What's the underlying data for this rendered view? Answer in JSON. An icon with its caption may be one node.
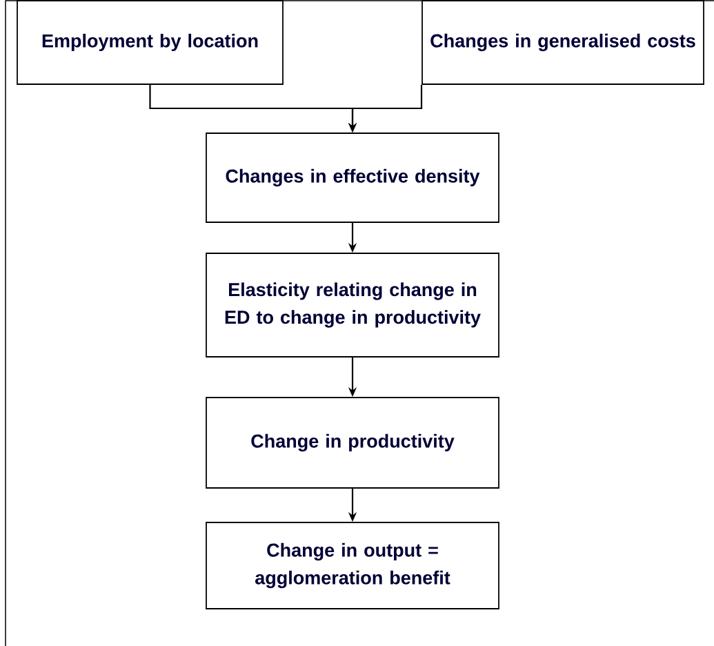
{
  "diagram": {
    "nodes": [
      {
        "text": [
          "Employment by location"
        ]
      },
      {
        "text": [
          "Changes in generalised costs"
        ]
      },
      {
        "text": [
          "Changes in effective density"
        ]
      },
      {
        "text": [
          "Elasticity relating change in ED to change in productivity"
        ]
      },
      {
        "text": [
          "Change in productivity"
        ]
      },
      {
        "text": [
          "Change in output = agglomeration benefit"
        ]
      }
    ],
    "edges": [
      {
        "from": 0,
        "to": 2,
        "arrow": "to"
      },
      {
        "from": 1,
        "to": 2,
        "arrow": "to"
      },
      {
        "from": 2,
        "to": 3,
        "arrow": "to"
      },
      {
        "from": 3,
        "to": 4,
        "arrow": "to"
      },
      {
        "from": 4,
        "to": 5,
        "arrow": "to"
      }
    ]
  }
}
